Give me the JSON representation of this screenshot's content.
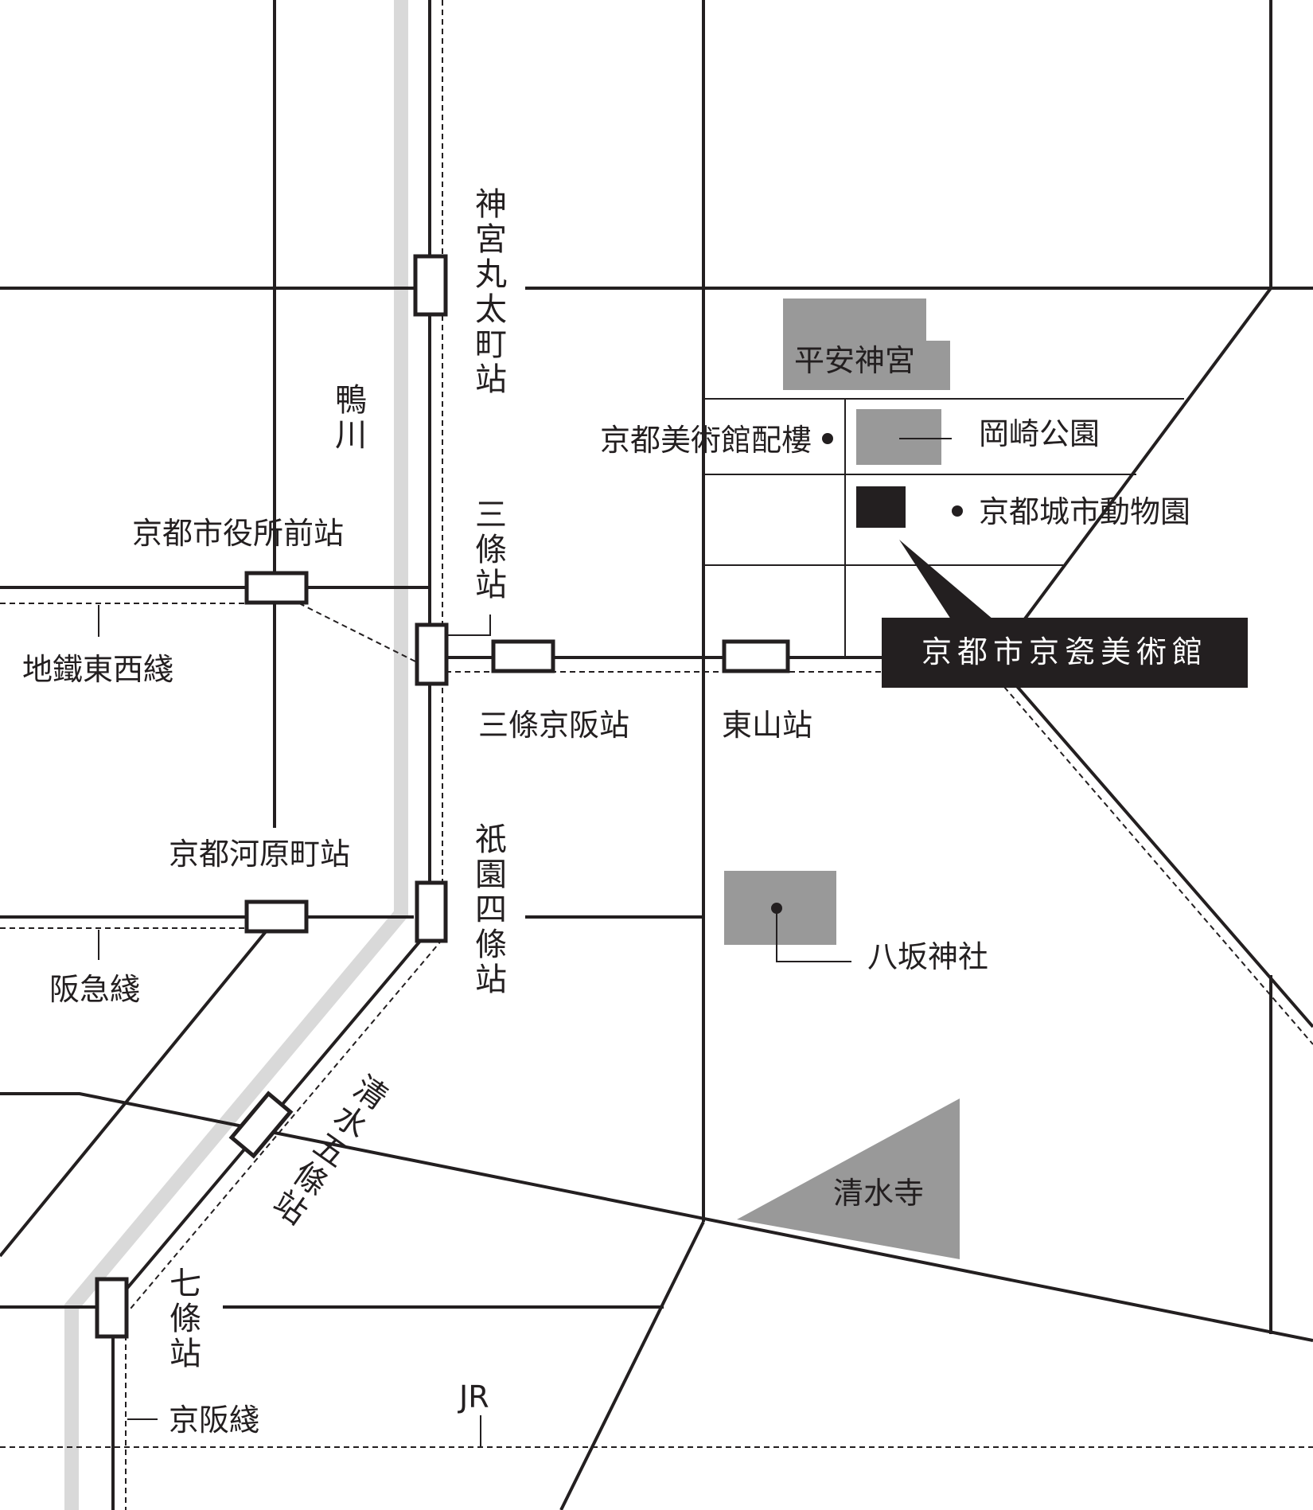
{
  "colors": {
    "ink": "#231f20",
    "landmark_fill": "#999999",
    "river": "#d9d9d9",
    "museum_callout_bg": "#231f20",
    "museum_callout_text": "#ffffff",
    "background": "#ffffff"
  },
  "museum": {
    "name": "京都市京瓷美術館"
  },
  "landmarks": {
    "heian_jingu": "平安神宮",
    "okazaki_park": "岡崎公園",
    "annex": "京都美術館配樓",
    "zoo": "京都城市動物園",
    "yasaka": "八坂神社",
    "kiyomizu": "清水寺"
  },
  "river": {
    "kamogawa": "鴨川"
  },
  "stations": {
    "jingu_marutamachi": "神宮丸太町站",
    "sanjo": "三條站",
    "gion_shijo": "祇園四條站",
    "shichijo": "七條站",
    "kiyomizu_gojo": "清水五條站",
    "shiyakusho_mae": "京都市役所前站",
    "kawaramachi": "京都河原町站",
    "sanjo_keihan": "三條京阪站",
    "higashiyama": "東山站"
  },
  "lines": {
    "tozai": "地鐵東西綫",
    "hankyu": "阪急綫",
    "keihan": "京阪綫",
    "jr": "JR"
  }
}
